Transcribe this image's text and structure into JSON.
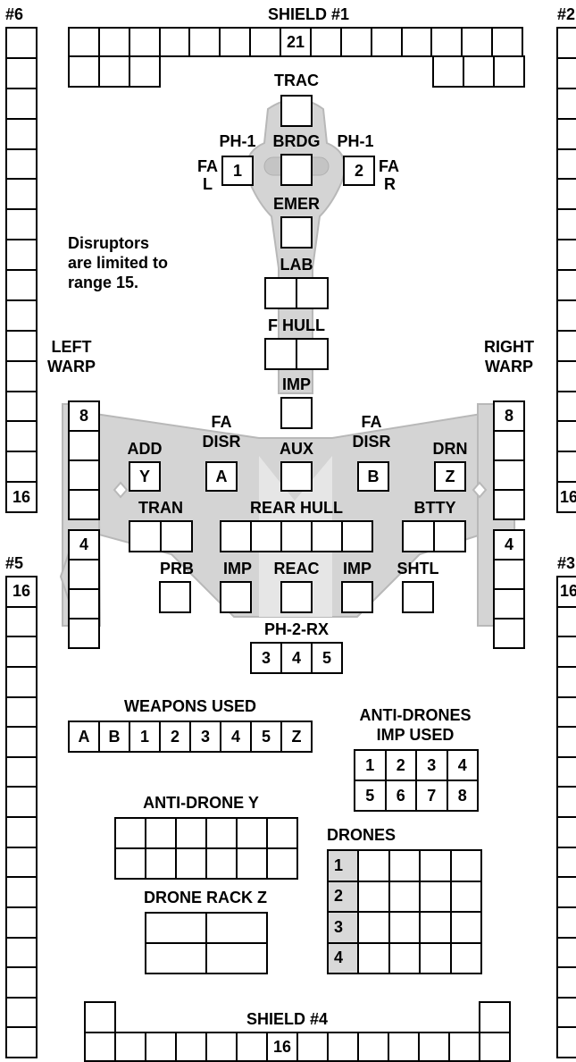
{
  "shields": {
    "s1": {
      "label": "SHIELD #1",
      "value": "21"
    },
    "s4": {
      "label": "SHIELD #4",
      "value": "16"
    },
    "s6": {
      "label": "#6",
      "value": "16"
    },
    "s5": {
      "label": "#5",
      "value": "16"
    },
    "s2": {
      "label": "#2",
      "value": "16"
    },
    "s3": {
      "label": "#3",
      "value": "16"
    }
  },
  "systems": {
    "trac": "TRAC",
    "ph1_left": "PH-1",
    "brdg": "BRDG",
    "ph1_right": "PH-1",
    "fa_l_1": "FA",
    "fa_l_2": "L",
    "fa_r_1": "FA",
    "fa_r_2": "R",
    "ph1_left_num": "1",
    "ph1_right_num": "2",
    "emer": "EMER",
    "lab": "LAB",
    "f_hull": "F HULL",
    "imp_center": "IMP",
    "left_warp_1": "LEFT",
    "left_warp_2": "WARP",
    "right_warp_1": "RIGHT",
    "right_warp_2": "WARP",
    "warp_left_top": "8",
    "warp_left_bottom": "4",
    "warp_right_top": "8",
    "warp_right_bottom": "4",
    "add": "ADD",
    "add_box": "Y",
    "fa_disr_left_1": "FA",
    "fa_disr_left_2": "DISR",
    "disr_a": "A",
    "aux": "AUX",
    "fa_disr_right_1": "FA",
    "fa_disr_right_2": "DISR",
    "disr_b": "B",
    "drn": "DRN",
    "drn_box": "Z",
    "tran": "TRAN",
    "rear_hull": "REAR HULL",
    "btty": "BTTY",
    "prb": "PRB",
    "imp_left": "IMP",
    "reac": "REAC",
    "imp_right": "IMP",
    "shtl": "SHTL",
    "ph2": "PH-2-RX",
    "ph2_boxes": [
      "3",
      "4",
      "5"
    ]
  },
  "note": [
    "Disruptors",
    "are limited to",
    "range 15."
  ],
  "weapons_used": {
    "title": "WEAPONS USED",
    "cells": [
      "A",
      "B",
      "1",
      "2",
      "3",
      "4",
      "5",
      "Z"
    ]
  },
  "anti_drones": {
    "title1": "ANTI-DRONES",
    "title2": "IMP USED",
    "cells": [
      "1",
      "2",
      "3",
      "4",
      "5",
      "6",
      "7",
      "8"
    ]
  },
  "anti_drone_y": {
    "title": "ANTI-DRONE Y"
  },
  "drone_rack_z": {
    "title": "DRONE RACK Z"
  },
  "drones": {
    "title": "DRONES",
    "rows": [
      "1",
      "2",
      "3",
      "4"
    ]
  },
  "colors": {
    "ship_fill": "#d4d4d4",
    "ship_edge": "#b8b8b8",
    "line": "#000000",
    "background": "#ffffff"
  }
}
